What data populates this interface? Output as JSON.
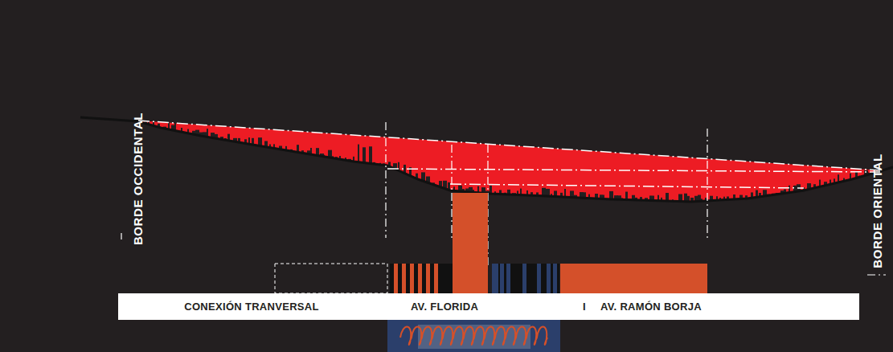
{
  "diagram": {
    "nodes": [
      {
        "text": [
          "CONEXIÓN TRANVERSAL",
          "AV. FLORIDA",
          "I",
          "AV. RAMÓN BORJA"
        ]
      }
    ],
    "labels": [
      "BORDE OCCIDENTAL",
      "BORDE ORIENTAL"
    ]
  }
}
